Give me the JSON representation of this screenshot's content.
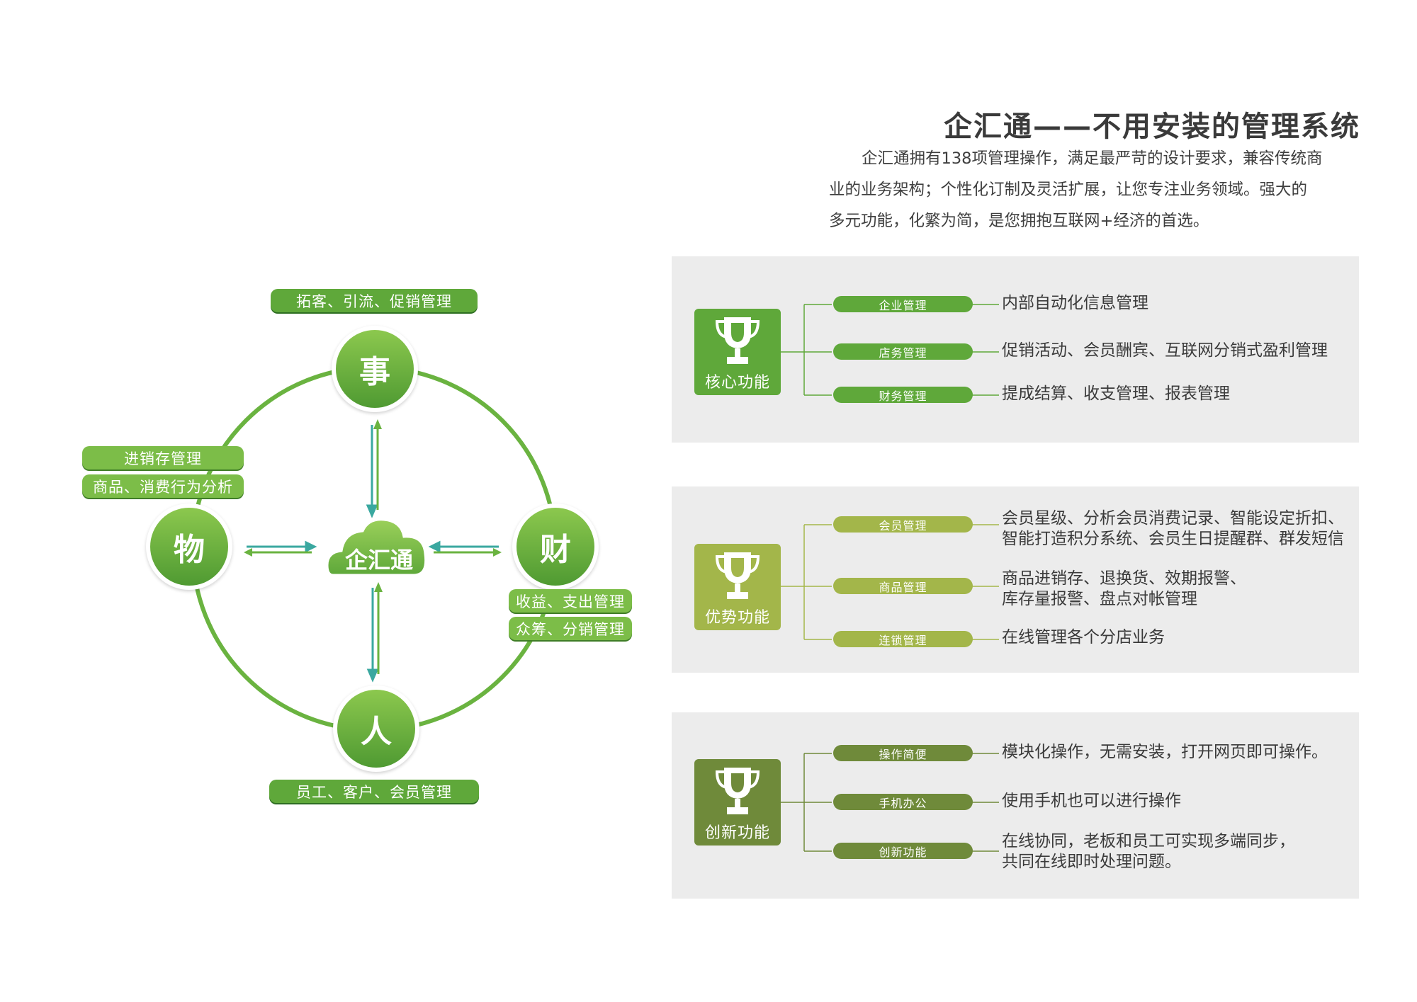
{
  "header": {
    "title": "企汇通——不用安装的管理系统",
    "intro_lines": [
      "企汇通拥有138项管理操作，满足最严苛的设计要求，兼容传统商",
      "业的业务架构；个性化订制及灵活扩展，让您专注业务领域。强大的",
      "多元功能，化繁为简，是您拥抱互联网+经济的首选。"
    ]
  },
  "diagram": {
    "center": "企汇通",
    "nodes": {
      "top": "事",
      "left": "物",
      "right": "财",
      "bottom": "人"
    },
    "labels": {
      "top": "拓客、引流、促销管理",
      "left_1": "进销存管理",
      "left_2": "商品、消费行为分析",
      "right_1": "收益、支出管理",
      "right_2": "众筹、分销管理",
      "bottom": "员工、客户、会员管理"
    }
  },
  "panels": [
    {
      "badge": "核心功能",
      "color": "#5fa83a",
      "items": [
        {
          "tag": "企业管理",
          "desc": [
            "内部自动化信息管理"
          ]
        },
        {
          "tag": "店务管理",
          "desc": [
            "促销活动、会员酬宾、互联网分销式盈利管理"
          ]
        },
        {
          "tag": "财务管理",
          "desc": [
            "提成结算、收支管理、报表管理"
          ]
        }
      ]
    },
    {
      "badge": "优势功能",
      "color": "#a3b64a",
      "items": [
        {
          "tag": "会员管理",
          "desc": [
            "会员星级、分析会员消费记录、智能设定折扣、",
            "智能打造积分系统、会员生日提醒群、群发短信"
          ]
        },
        {
          "tag": "商品管理",
          "desc": [
            "商品进销存、退换货、效期报警、",
            "库存量报警、盘点对帐管理"
          ]
        },
        {
          "tag": "连锁管理",
          "desc": [
            "在线管理各个分店业务"
          ]
        }
      ]
    },
    {
      "badge": "创新功能",
      "color": "#6f8a3a",
      "items": [
        {
          "tag": "操作简便",
          "desc": [
            "模块化操作，无需安装，打开网页即可操作。"
          ]
        },
        {
          "tag": "手机办公",
          "desc": [
            "使用手机也可以进行操作"
          ]
        },
        {
          "tag": "创新功能",
          "desc": [
            "在线协同，老板和员工可实现多端同步，",
            "共同在线即时处理问题。"
          ]
        }
      ]
    }
  ],
  "colors": {
    "ring": "#6ab340",
    "node_gradient_top": "#8cc84e",
    "node_gradient_bottom": "#5fa83a",
    "arrow": "#3aa8a0"
  },
  "icons": {
    "badge": "trophy-icon",
    "center": "cloud-icon"
  }
}
